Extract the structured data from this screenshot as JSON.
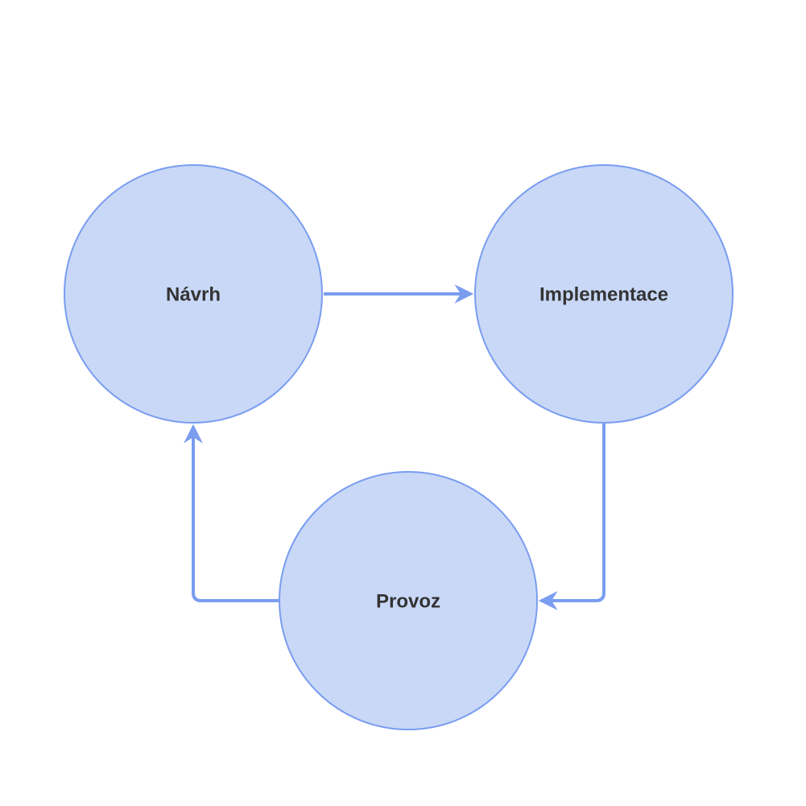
{
  "diagram": {
    "background_color": "#ffffff",
    "node_fill": "#c9d8f7",
    "node_stroke": "#7a9df0",
    "connector_color": "#7a9df0",
    "label_color": "#333333",
    "nodes": [
      {
        "id": "navrh",
        "label": "Návrh"
      },
      {
        "id": "implementace",
        "label": "Implementace"
      },
      {
        "id": "provoz",
        "label": "Provoz"
      }
    ],
    "edges": [
      {
        "from": "navrh",
        "to": "implementace"
      },
      {
        "from": "implementace",
        "to": "provoz"
      },
      {
        "from": "provoz",
        "to": "navrh"
      }
    ]
  }
}
